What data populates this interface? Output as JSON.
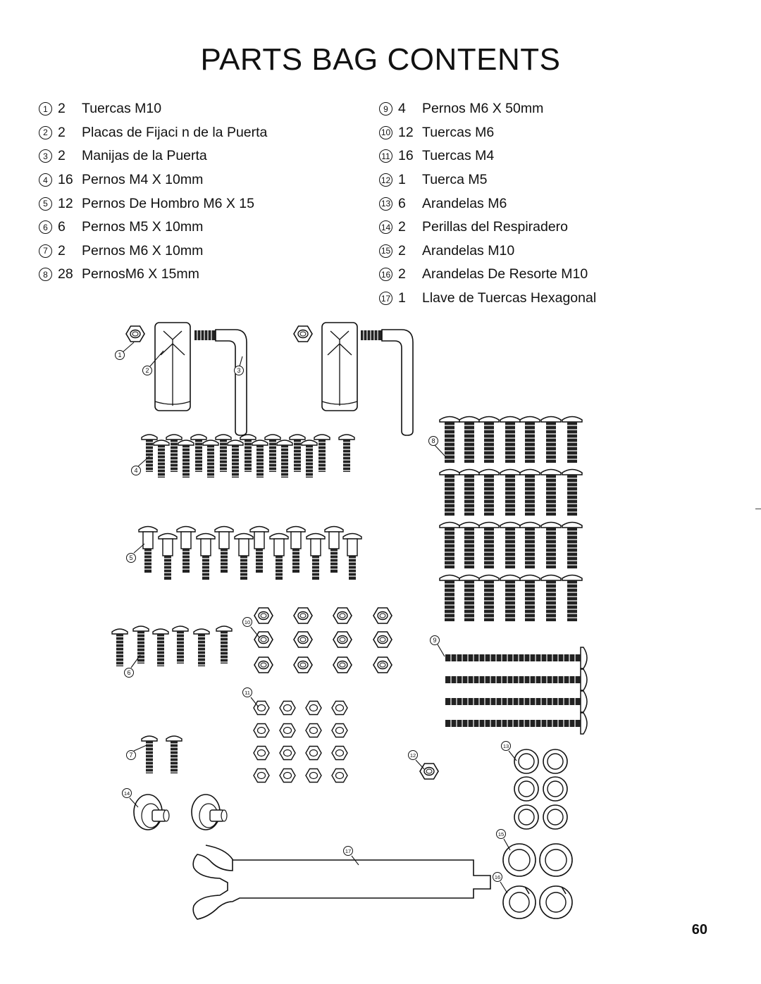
{
  "title": "PARTS BAG CONTENTS",
  "parts_left": [
    {
      "num": "1",
      "qty": "2",
      "name": "Tuercas M10"
    },
    {
      "num": "2",
      "qty": "2",
      "name": "Placas de Fijaci n de la Puerta"
    },
    {
      "num": "3",
      "qty": "2",
      "name": "Manijas de la Puerta"
    },
    {
      "num": "4",
      "qty": "16",
      "name": "Pernos M4 X 10mm"
    },
    {
      "num": "5",
      "qty": "12",
      "name": "Pernos De Hombro M6 X 15"
    },
    {
      "num": "6",
      "qty": "6",
      "name": "Pernos M5 X 10mm"
    },
    {
      "num": "7",
      "qty": "2",
      "name": "Pernos M6 X 10mm"
    },
    {
      "num": "8",
      "qty": "28",
      "name": "PernosM6 X 15mm"
    }
  ],
  "parts_right": [
    {
      "num": "9",
      "qty": "4",
      "name": "Pernos M6 X 50mm"
    },
    {
      "num": "10",
      "qty": "12",
      "name": "Tuercas M6"
    },
    {
      "num": "11",
      "qty": "16",
      "name": "Tuercas M4"
    },
    {
      "num": "12",
      "qty": "1",
      "name": "Tuerca M5"
    },
    {
      "num": "13",
      "qty": "6",
      "name": "Arandelas M6"
    },
    {
      "num": "14",
      "qty": "2",
      "name": "Perillas del Respiradero"
    },
    {
      "num": "15",
      "qty": "2",
      "name": "Arandelas M10"
    },
    {
      "num": "16",
      "qty": "2",
      "name": "Arandelas De Resorte M10"
    },
    {
      "num": "17",
      "qty": "1",
      "name": "Llave de Tuercas Hexagonal"
    }
  ],
  "callouts": [
    "1",
    "2",
    "3",
    "4",
    "5",
    "6",
    "7",
    "8",
    "9",
    "10",
    "11",
    "12",
    "13",
    "14",
    "15",
    "16",
    "17"
  ],
  "page_number": "60"
}
